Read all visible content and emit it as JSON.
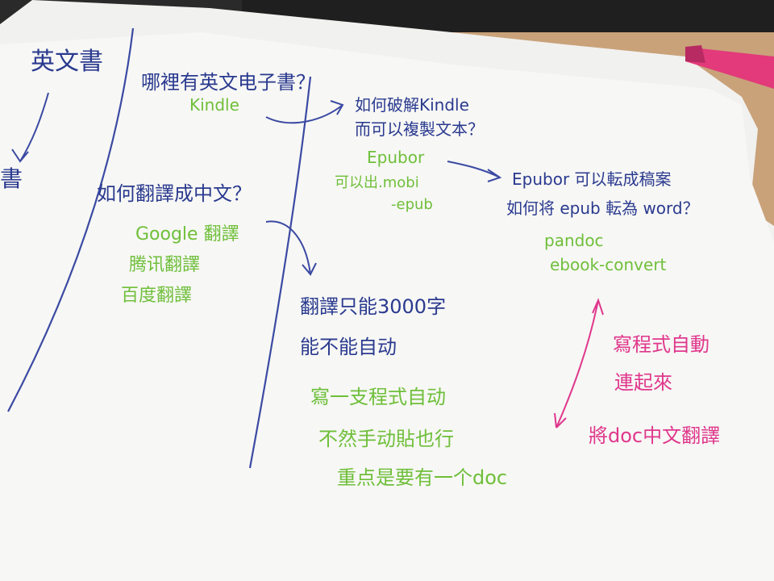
{
  "colors": {
    "desk": "#2a2a2a",
    "table_wood": "#c9a27a",
    "paper": "#f4f4f2",
    "ink_blue": "#2a3a8f",
    "ink_green": "#6fbf3a",
    "ink_pink": "#e0378c",
    "highlighter_pink": "#e23a7a"
  },
  "left_column": {
    "heading": "英文書",
    "bottom": "書"
  },
  "middle_column": {
    "q1": "哪裡有英文电子書？",
    "a1": "Kindle",
    "q2": "如何翻譯成中文？",
    "a2_lines": [
      "Google 翻譯",
      "腾讯翻譯",
      "百度翻譯"
    ]
  },
  "right_area": {
    "q3_lines": [
      "如何破解Kindle",
      "而可以複製文本？"
    ],
    "a3": "Epubor",
    "a3_note_lines": [
      "可以出.mobi",
      "-epub"
    ],
    "q4_lines": [
      "Epubor 可以転成稿案",
      "如何将 epub 転為 word？"
    ],
    "a4_lines": [
      "pandoc",
      "ebook-convert"
    ],
    "limit_lines": [
      "翻譯只能3000字",
      "能不能自动"
    ],
    "green_note_lines": [
      "寫一支程式自动",
      "不然手动貼也行",
      "重点是要有一个doc"
    ],
    "pink_note_lines": [
      "寫程式自動",
      "連起來",
      "將doc中文翻譯"
    ]
  }
}
